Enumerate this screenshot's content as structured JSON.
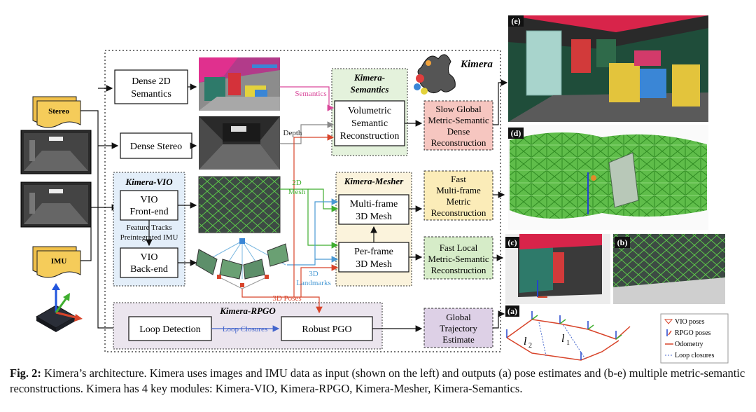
{
  "inputs": {
    "stereo": "Stereo",
    "imu": "IMU"
  },
  "logo": "Kimera",
  "groups": {
    "vio": "Kimera-VIO",
    "semantics_1": "Kimera-",
    "semantics_2": "Semantics",
    "mesher": "Kimera-Mesher",
    "rpgo": "Kimera-RPGO"
  },
  "boxes": {
    "dense2d_1": "Dense 2D",
    "dense2d_2": "Semantics",
    "dense_stereo": "Dense Stereo",
    "vio_fe_1": "VIO",
    "vio_fe_2": "Front-end",
    "vio_be_1": "VIO",
    "vio_be_2": "Back-end",
    "vsr_1": "Volumetric",
    "vsr_2": "Semantic",
    "vsr_3": "Reconstruction",
    "mf_1": "Multi-frame",
    "mf_2": "3D Mesh",
    "pf_1": "Per-frame",
    "pf_2": "3D Mesh",
    "loop": "Loop Detection",
    "pgo": "Robust PGO"
  },
  "outputs": {
    "slow_1": "Slow Global",
    "slow_2": "Metric-Semantic",
    "slow_3": "Dense",
    "slow_4": "Reconstruction",
    "fmf_1": "Fast",
    "fmf_2": "Multi-frame",
    "fmf_3": "Metric",
    "fmf_4": "Reconstruction",
    "fl_1": "Fast Local",
    "fl_2": "Metric-Semantic",
    "fl_3": "Reconstruction",
    "gt_1": "Global",
    "gt_2": "Trajectory",
    "gt_3": "Estimate"
  },
  "edge_labels": {
    "semantics": "Semantics",
    "depth": "Depth",
    "mesh2d_1": "2D",
    "mesh2d_2": "Mesh",
    "features_1": "Feature Tracks",
    "features_2": "Preintegrated IMU",
    "landmarks_1": "3D",
    "landmarks_2": "Landmarks",
    "poses": "3D Poses",
    "loop_closures": "Loop Closures"
  },
  "panels": {
    "e": "(e)",
    "d": "(d)",
    "c": "(c)",
    "b": "(b)",
    "a": "(a)"
  },
  "trajectory": {
    "l1": "l",
    "l1_sub": "1",
    "l2": "l",
    "l2_sub": "2",
    "legend": [
      "VIO poses",
      "RPGO poses",
      "Odometry",
      "Loop closures"
    ]
  },
  "caption": {
    "label": "Fig. 2:",
    "text": "Kimera’s architecture. Kimera uses images and IMU data as input (shown on the left) and outputs (a) pose estimates and (b-e) multiple metric-semantic reconstructions. Kimera has 4 key modules: Kimera-VIO, Kimera-RPGO, Kimera-Mesher, Kimera-Semantics."
  },
  "colors": {
    "semantics_edge": "#d9479a",
    "depth_edge": "#888888",
    "mesh_edge": "#3fae2f",
    "landmarks_edge": "#4a9ad4",
    "poses_edge": "#d8442a",
    "loop_edge": "#4466cc",
    "slow_fill": "#f6c6c0",
    "fmf_fill": "#fbecb8",
    "fl_fill": "#d6ecc8",
    "gt_fill": "#ddd0e6",
    "vio_fill": "#e3eef9",
    "sem_fill": "#e4f2dc",
    "mesher_fill": "#fbf3dc",
    "rpgo_fill": "#ebe5ee",
    "folder_fill": "#f5cc5a"
  }
}
